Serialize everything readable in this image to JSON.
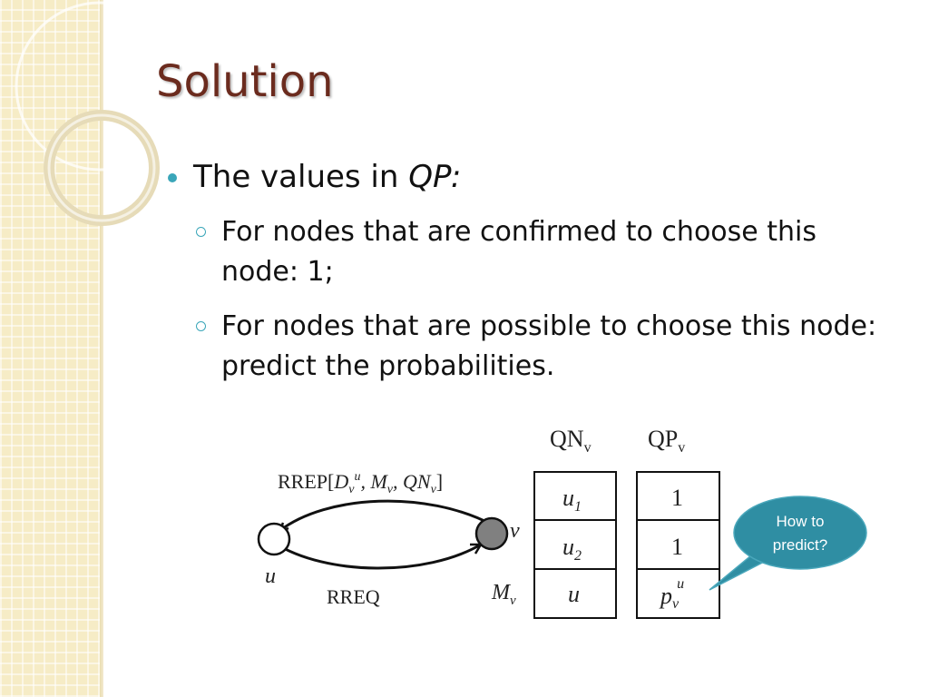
{
  "slide": {
    "title": "Solution",
    "bullet": {
      "prefix": "The values in ",
      "emph": "QP",
      "suffix": ":"
    },
    "subbullets": [
      "For nodes that are confirmed to choose this node: 1;",
      "For nodes that are possible to choose this node: predict the probabilities."
    ]
  },
  "figure": {
    "rrep_label": "RREP[",
    "rrep_d": "D",
    "rrep_v1": "v",
    "rrep_u": "u",
    "rrep_mid": ", M",
    "rrep_v2": "v",
    "rrep_comma": ", QN",
    "rrep_v3": "v",
    "rrep_end": "]",
    "rreq_label": "RREQ",
    "node_u": "u",
    "node_v": "v",
    "mv_label_main": "M",
    "mv_label_sub": "v",
    "qn_header_main": "QN",
    "qn_header_sub": "v",
    "qp_header_main": "QP",
    "qp_header_sub": "v",
    "qn_rows": [
      {
        "main": "u",
        "sub": "1"
      },
      {
        "main": "u",
        "sub": "2"
      },
      {
        "main": "u",
        "sub": ""
      }
    ],
    "qp_rows": [
      {
        "main": "1",
        "sub": "",
        "sup": ""
      },
      {
        "main": "1",
        "sub": "",
        "sup": ""
      },
      {
        "main": "p",
        "sub": "v",
        "sup": "u"
      }
    ],
    "callout": {
      "line1": "How to",
      "line2": "predict?"
    }
  },
  "colors": {
    "title": "#6b2b1e",
    "bullet_accent": "#3aa6b9",
    "callout_fill": "#2f8ea3",
    "node_v_fill": "#808080",
    "sidebar": "#f6ecc6"
  }
}
